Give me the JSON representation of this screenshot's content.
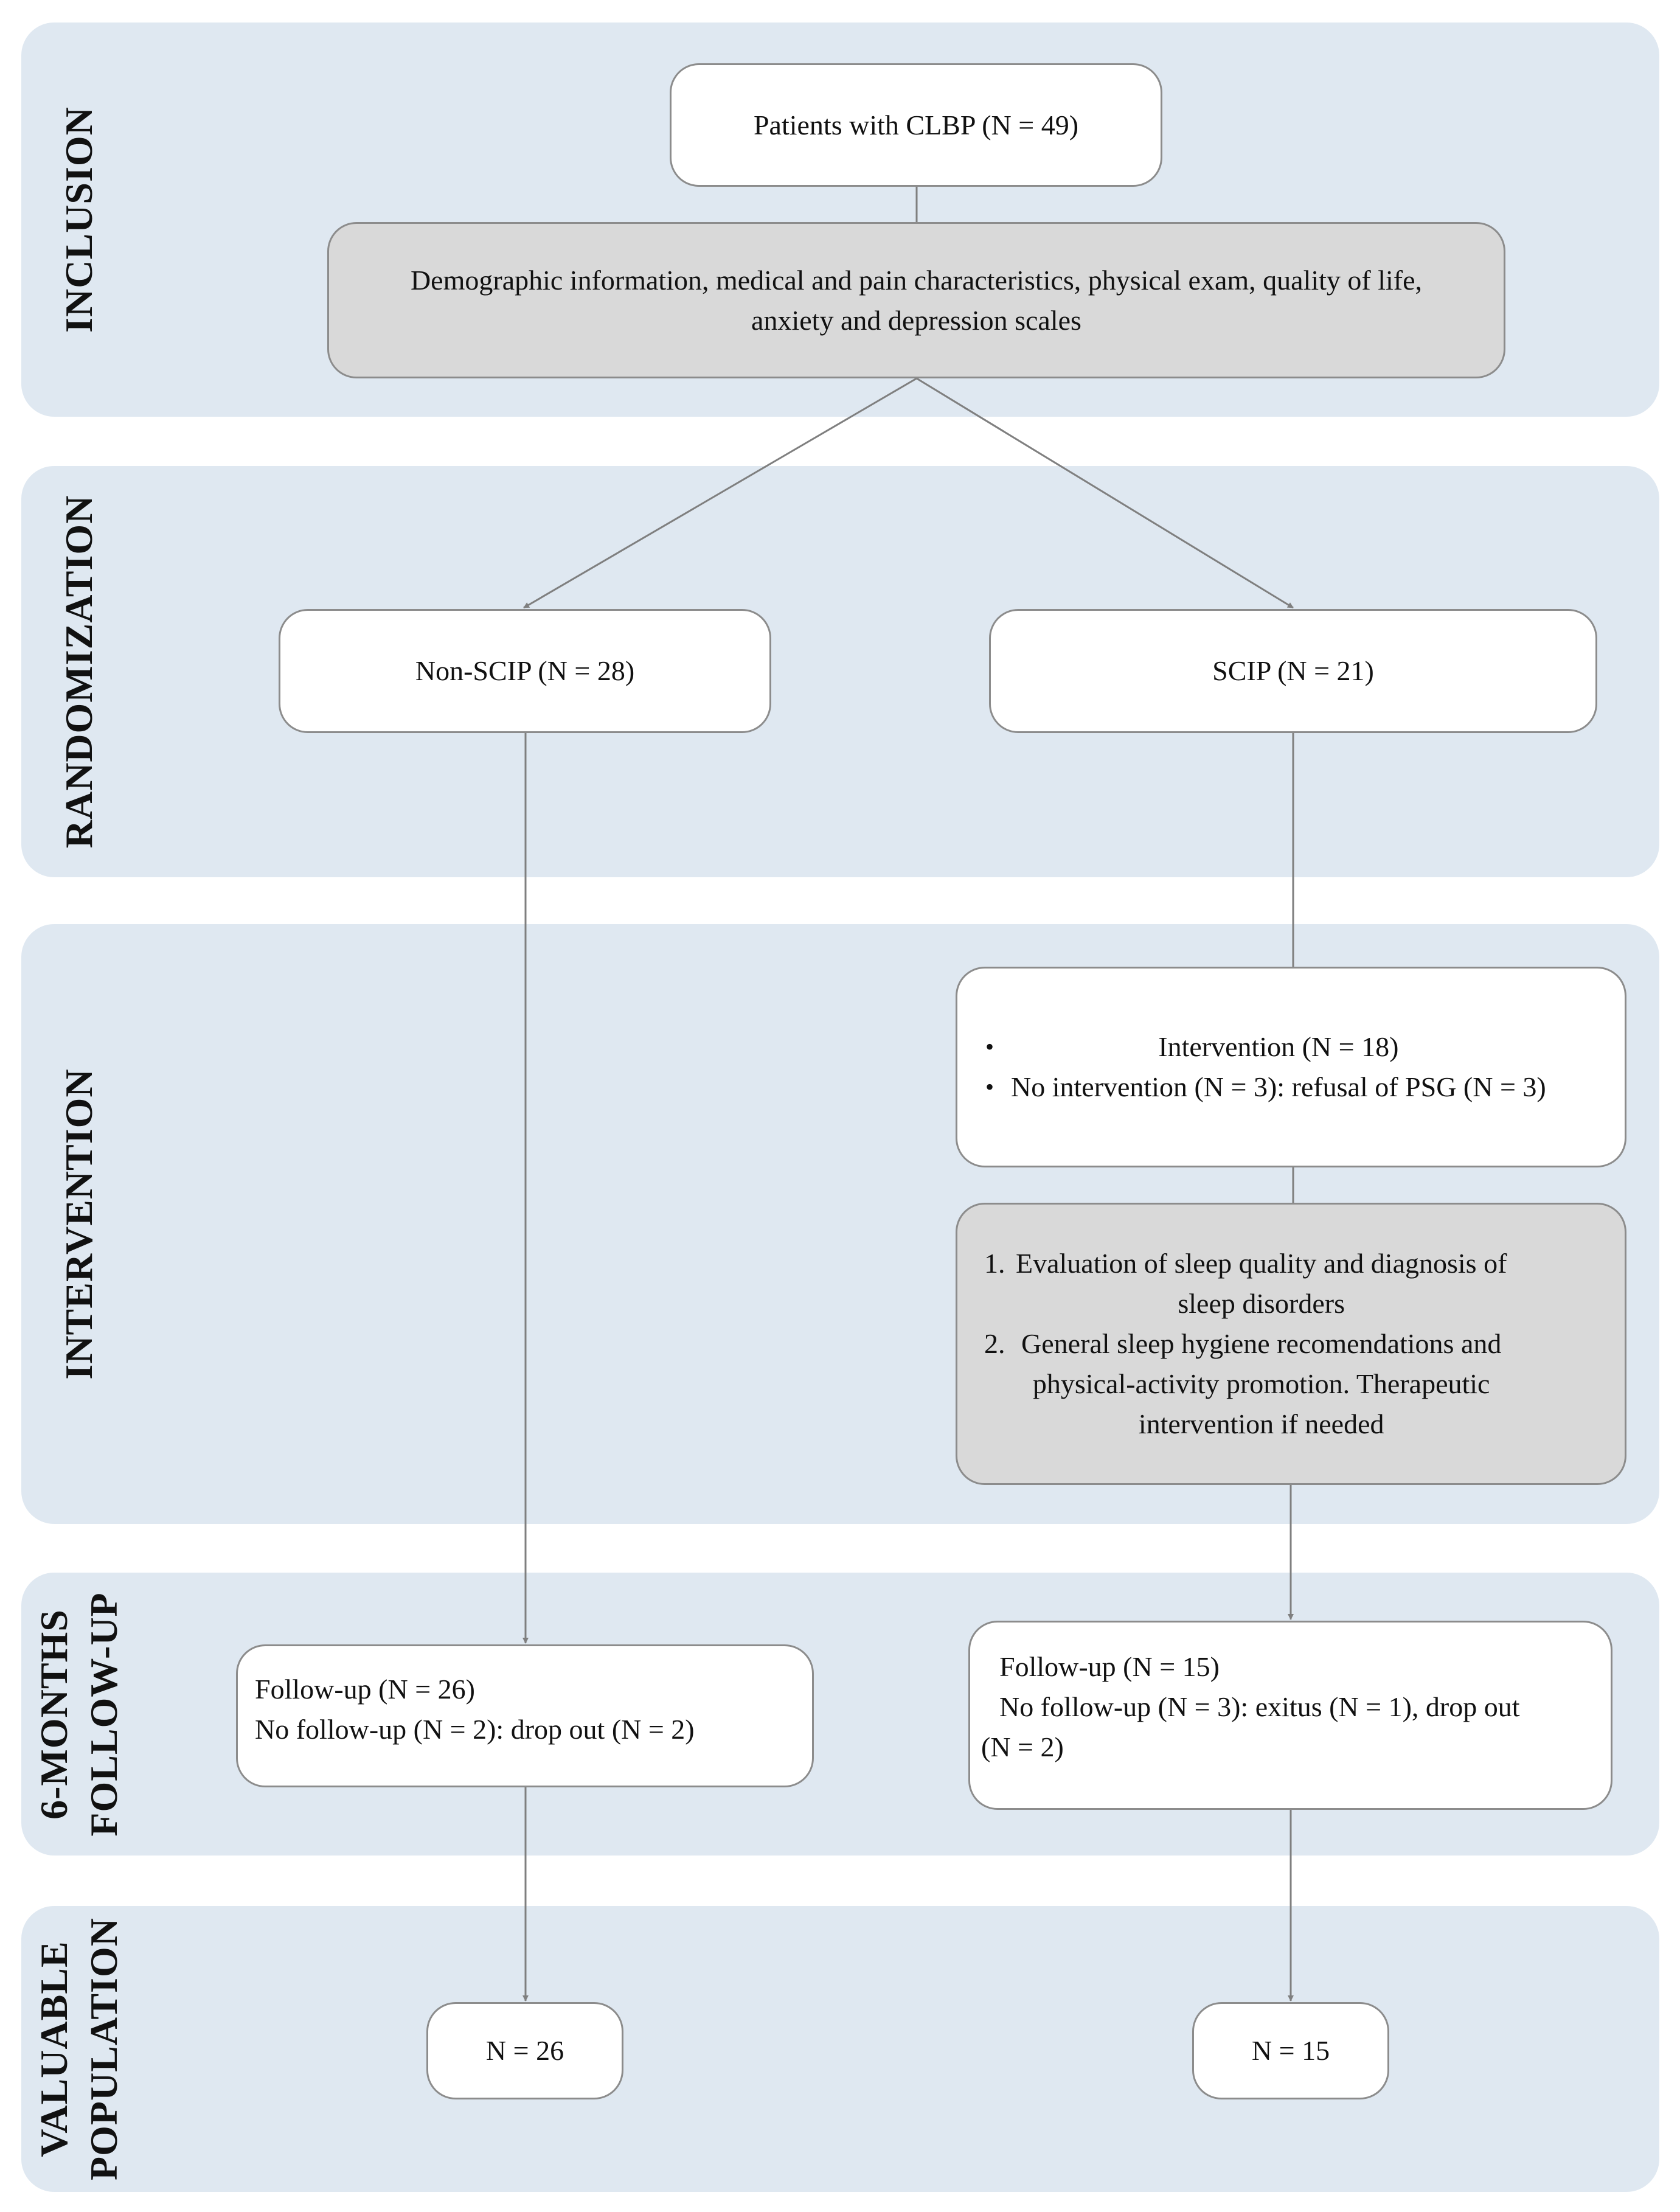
{
  "stages": [
    {
      "id": "inclusion",
      "lines": [
        "INCLUSION"
      ]
    },
    {
      "id": "randomization",
      "lines": [
        "RANDOMIZATION"
      ]
    },
    {
      "id": "intervention",
      "lines": [
        "INTERVENTION"
      ]
    },
    {
      "id": "follow_up",
      "lines": [
        "6-MONTHS",
        "FOLLOW-UP"
      ]
    },
    {
      "id": "valuable",
      "lines": [
        "VALUABLE",
        "POPULATION"
      ]
    }
  ],
  "inclusion": {
    "patients": "Patients with CLBP (N = 49)",
    "assessment_line1": "Demographic information, medical and pain characteristics, physical exam, quality of life,",
    "assessment_line2": "anxiety and depression scales"
  },
  "randomization": {
    "non_scip": "Non-SCIP (N = 28)",
    "scip": "SCIP (N = 21)"
  },
  "intervention": {
    "bullets": [
      "Intervention (N = 18)",
      "No intervention (N = 3): refusal of PSG (N = 3)"
    ],
    "steps": [
      {
        "num": "1.",
        "line1": "Evaluation of sleep quality and diagnosis of",
        "line2": "sleep disorders",
        "line3": ""
      },
      {
        "num": "2.",
        "line1": "General sleep hygiene recomendations and",
        "line2": "physical-activity promotion. Therapeutic",
        "line3": "intervention if needed"
      }
    ]
  },
  "follow_up": {
    "non_scip": [
      "Follow-up (N = 26)",
      "No follow-up (N = 2): drop out (N = 2)"
    ],
    "scip": [
      "Follow-up (N = 15)",
      "No follow-up (N = 3): exitus (N = 1), drop out",
      "(N = 2)"
    ]
  },
  "valuable": {
    "non_scip": "N = 26",
    "scip": "N = 15"
  },
  "colors": {
    "band_fill": "#dfe8f1",
    "box_white": "#ffffff",
    "box_grey": "#d9d9d9",
    "box_border": "#8c8c8c",
    "connector": "#7f7f7f"
  }
}
